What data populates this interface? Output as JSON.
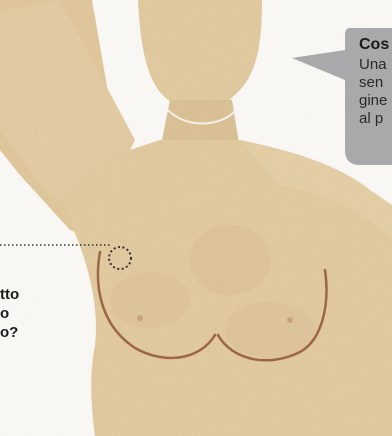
{
  "bubble": {
    "title": "Cos",
    "lines": [
      "Una",
      "sen",
      "gine",
      "al p"
    ]
  },
  "question": {
    "lines": [
      "tto",
      "o",
      "o?"
    ]
  },
  "colors": {
    "skin": "#e6cfa6",
    "skin_shadow": "#d2b68c",
    "outline": "#a06a45",
    "bubble": "#a9a9ab",
    "marker": "#3a3530",
    "background": "#ffffff"
  }
}
